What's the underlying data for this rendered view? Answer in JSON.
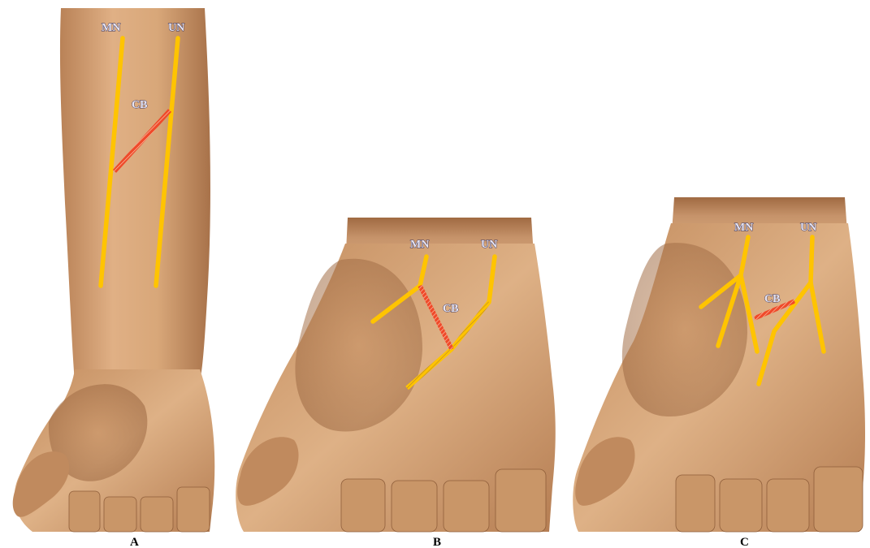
{
  "colors": {
    "skin_light": "#e2b68a",
    "skin_mid": "#c8956a",
    "skin_dark": "#8a5a36",
    "nerve": "#ffc400",
    "communicating_branch": "#ef4a2a"
  },
  "panels": [
    {
      "letter": "A",
      "labels": {
        "median": "MN",
        "ulnar": "UN",
        "branch": "CB"
      }
    },
    {
      "letter": "B",
      "labels": {
        "median": "MN",
        "ulnar": "UN",
        "branch": "CB"
      }
    },
    {
      "letter": "C",
      "labels": {
        "median": "MN",
        "ulnar": "UN",
        "branch": "CB"
      }
    }
  ]
}
